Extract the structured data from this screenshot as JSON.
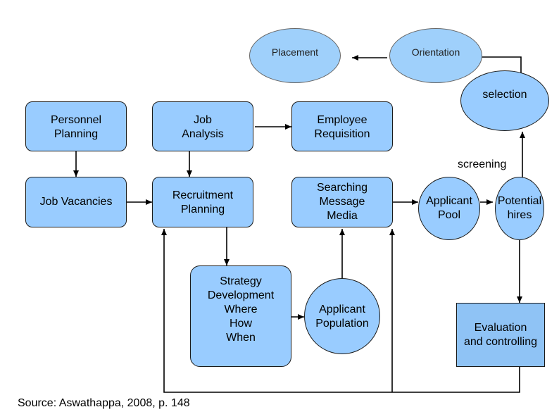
{
  "nodes": {
    "personnel_planning": "Personnel\nPlanning",
    "job_analysis": "Job\nAnalysis",
    "employee_requisition": "Employee\nRequisition",
    "job_vacancies": "Job Vacancies",
    "recruitment_planning": "Recruitment\nPlanning",
    "searching": "Searching\nMessage\nMedia",
    "strategy": "Strategy\nDevelopment\nWhere\nHow\nWhen",
    "applicant_population": "Applicant\nPopulation",
    "applicant_pool": "Applicant\nPool",
    "potential_hires": "Potential\nhires",
    "evaluation": "Evaluation\nand controlling",
    "placement": "Placement",
    "orientation": "Orientation",
    "selection": "selection"
  },
  "labels": {
    "screening": "screening",
    "source": "Source: Aswathappa, 2008, p. 148"
  },
  "colors": {
    "node_fill": "#99ccff",
    "node_border": "#1a1a1a",
    "line": "#000000"
  }
}
